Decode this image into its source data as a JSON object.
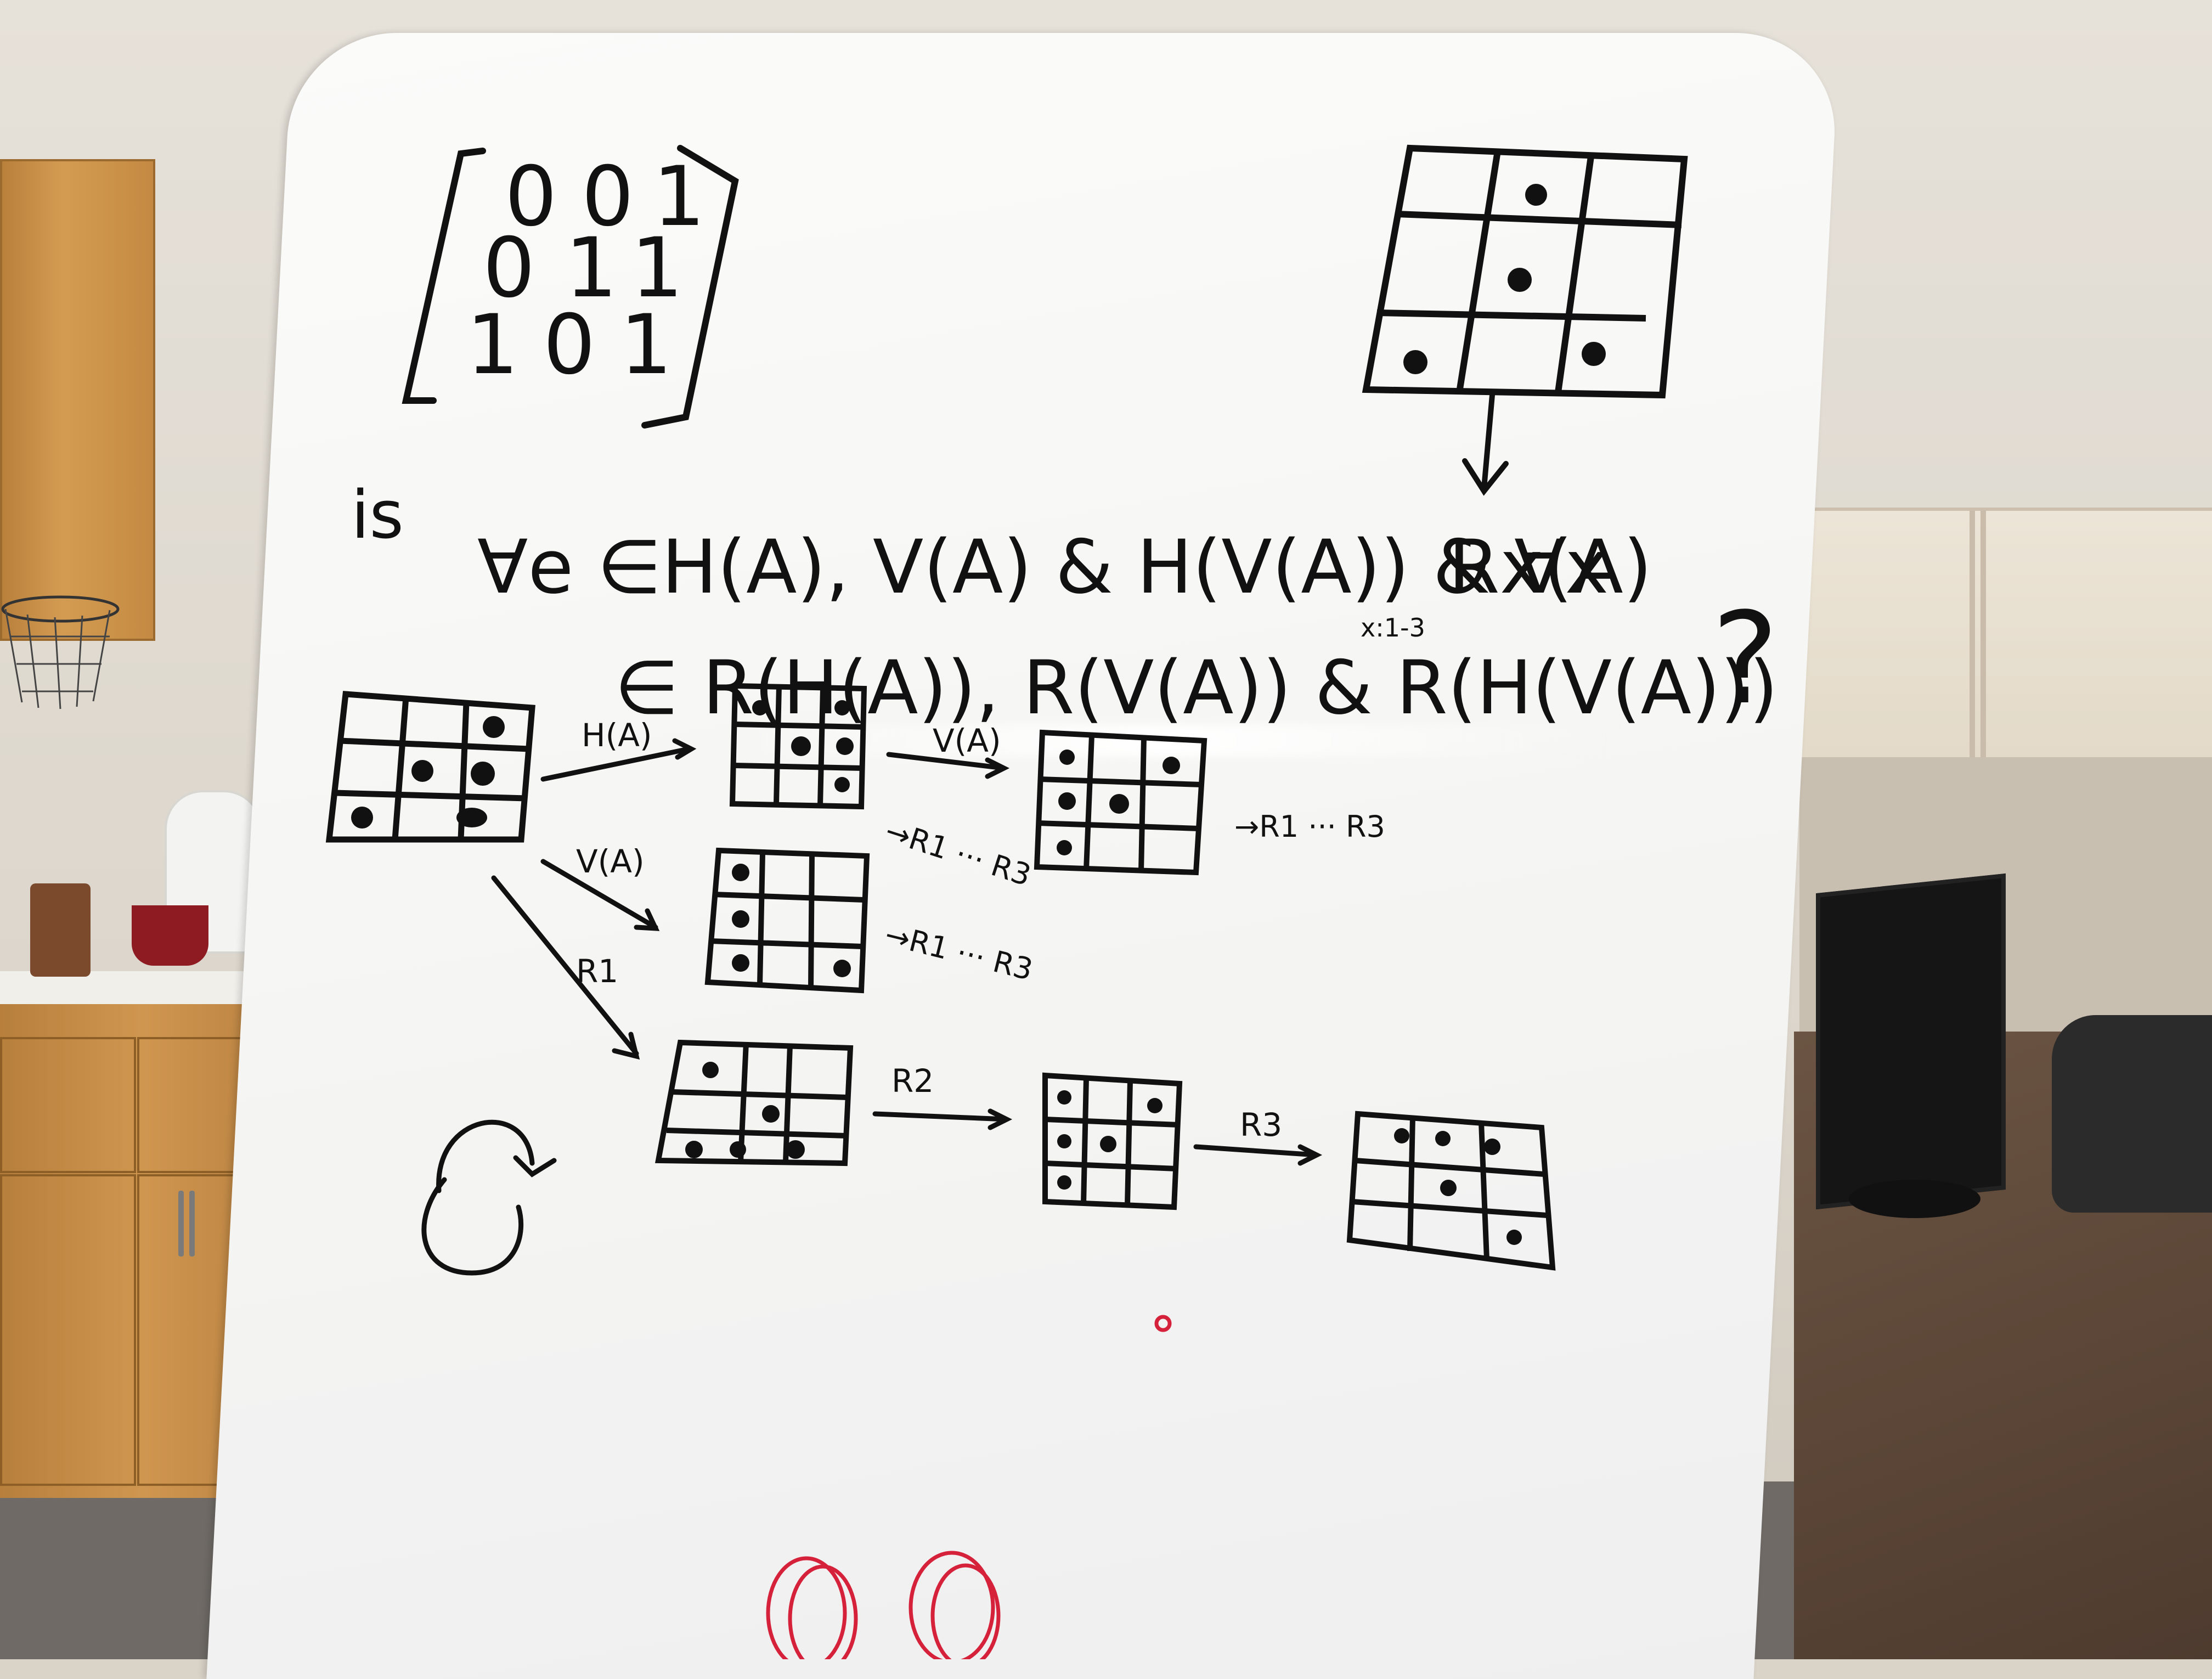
{
  "whiteboard": {
    "matrix": {
      "rows": [
        [
          "0",
          "0",
          "1"
        ],
        [
          "0",
          "1",
          "1"
        ],
        [
          "1",
          "0",
          "1"
        ]
      ]
    },
    "question": {
      "prefix": "is",
      "line1_a": "∀e ∈H(A), V(A) & H(V(A)) & ∀x",
      "line1_b": "Rx(A)",
      "quantifier_range": "x:1-3",
      "line2": "∈ R(H(A)), R(V(A)) & R(H(V(A)))",
      "mark": "?"
    },
    "edge_labels": {
      "h": "H(A)",
      "v_top": "V(A)",
      "v_left": "V(A)",
      "r1": "R1",
      "r2": "R2",
      "r3": "R3"
    },
    "continuations": {
      "from_h": "→R1 ··· R3",
      "from_hv": "→R1 ··· R3",
      "from_v": "→R1 ··· R3"
    },
    "ink_color": "#111111",
    "marker_red": "#d6213a"
  }
}
